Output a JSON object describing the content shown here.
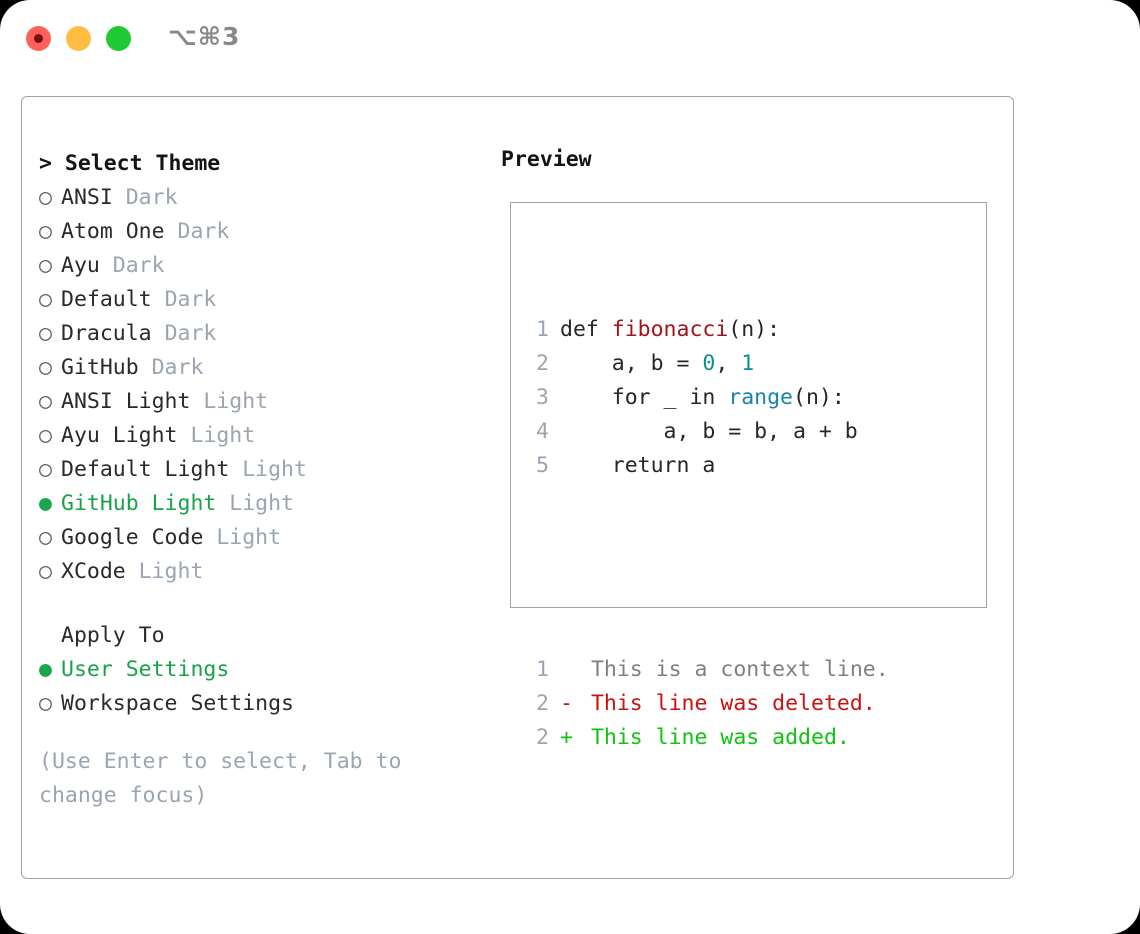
{
  "titlebar": {
    "shortcut": "⌥⌘3",
    "traffic_lights": [
      "close",
      "minimize",
      "maximize"
    ],
    "colors": {
      "close": "#ff605c",
      "minimize": "#ffbd44",
      "maximize": "#20ca35"
    }
  },
  "theme_picker": {
    "heading": "Select Theme",
    "heading_prefix": "> ",
    "bullet_unselected": "○",
    "bullet_selected": "●",
    "selected_color": "#18a349",
    "items": [
      {
        "name": "ANSI",
        "suffix": "Dark",
        "selected": false
      },
      {
        "name": "Atom One",
        "suffix": "Dark",
        "selected": false
      },
      {
        "name": "Ayu",
        "suffix": "Dark",
        "selected": false
      },
      {
        "name": "Default",
        "suffix": "Dark",
        "selected": false
      },
      {
        "name": "Dracula",
        "suffix": "Dark",
        "selected": false
      },
      {
        "name": "GitHub",
        "suffix": "Dark",
        "selected": false
      },
      {
        "name": "ANSI Light",
        "suffix": "Light",
        "selected": false
      },
      {
        "name": "Ayu Light",
        "suffix": "Light",
        "selected": false
      },
      {
        "name": "Default Light",
        "suffix": "Light",
        "selected": false
      },
      {
        "name": "GitHub Light",
        "suffix": "Light",
        "selected": true
      },
      {
        "name": "Google Code",
        "suffix": "Light",
        "selected": false
      },
      {
        "name": "XCode",
        "suffix": "Light",
        "selected": false
      }
    ]
  },
  "apply_to": {
    "heading": "Apply To",
    "items": [
      {
        "name": "User Settings",
        "selected": true
      },
      {
        "name": "Workspace Settings",
        "selected": false
      }
    ]
  },
  "hint": "(Use Enter to select, Tab to change focus)",
  "preview": {
    "title": "Preview",
    "code_lines": [
      {
        "num": "1",
        "tokens": [
          {
            "t": "def ",
            "c": "kw"
          },
          {
            "t": "fibonacci",
            "c": "fn"
          },
          {
            "t": "(n):",
            "c": "pl"
          }
        ]
      },
      {
        "num": "2",
        "tokens": [
          {
            "t": "    a, b = ",
            "c": "pl"
          },
          {
            "t": "0",
            "c": "num"
          },
          {
            "t": ", ",
            "c": "pl"
          },
          {
            "t": "1",
            "c": "num"
          }
        ]
      },
      {
        "num": "3",
        "tokens": [
          {
            "t": "    for _ in ",
            "c": "kw"
          },
          {
            "t": "range",
            "c": "bi"
          },
          {
            "t": "(n):",
            "c": "pl"
          }
        ]
      },
      {
        "num": "4",
        "tokens": [
          {
            "t": "        a, b = b, a + b",
            "c": "pl"
          }
        ]
      },
      {
        "num": "5",
        "tokens": [
          {
            "t": "    return a",
            "c": "kw"
          }
        ]
      }
    ],
    "diff_lines": [
      {
        "num": "1",
        "mark": " ",
        "text": " This is a context line.",
        "kind": "context"
      },
      {
        "num": "2",
        "mark": "-",
        "text": " This line was deleted.",
        "kind": "deleted"
      },
      {
        "num": "2",
        "mark": "+",
        "text": " This line was added.",
        "kind": "added"
      }
    ],
    "diff_colors": {
      "context": "#808080",
      "deleted": "#cc1111",
      "added": "#0ec40e"
    }
  }
}
